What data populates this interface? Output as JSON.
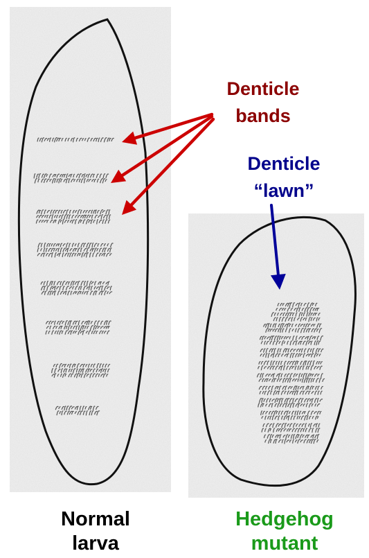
{
  "labels": {
    "denticle_bands": [
      "Denticle",
      "bands"
    ],
    "denticle_lawn": [
      "Denticle",
      "“lawn”"
    ],
    "normal_larva": [
      "Normal",
      "larva"
    ],
    "hedgehog_mutant": [
      "Hedgehog",
      "mutant"
    ]
  },
  "colors": {
    "bands_label": "#8b0000",
    "bands_arrows": "#cc0000",
    "lawn_label": "#00008b",
    "lawn_arrow": "#000099",
    "normal_label": "#000000",
    "mutant_label": "#1a9a1a",
    "outline": "#111111",
    "panel": "#f1f1f1",
    "denticle": "#555555"
  }
}
